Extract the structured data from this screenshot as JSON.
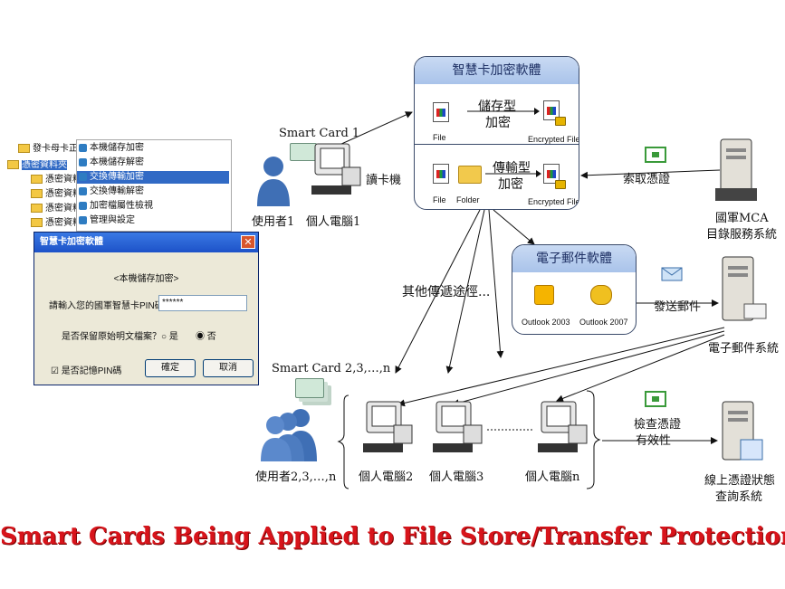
{
  "title": "Smart Cards Being Applied to File Store/Transfer Protection",
  "menu": {
    "items": [
      {
        "label": "發卡母卡正",
        "type": "folder"
      },
      {
        "label": "憑密資料夾",
        "type": "folder",
        "selected_parent": true
      },
      {
        "label": "憑密資料",
        "type": "folder"
      },
      {
        "label": "憑密資料",
        "type": "folder"
      },
      {
        "label": "憑密資料",
        "type": "folder"
      },
      {
        "label": "憑密資料",
        "type": "folder"
      }
    ],
    "submenu": [
      "本機儲存加密",
      "本機儲存解密",
      "交換傳輸加密",
      "交換傳輸解密",
      "加密檔屬性檢視",
      "管理與設定"
    ],
    "submenu_selected_index": 2
  },
  "dialog": {
    "title": "智慧卡加密軟體",
    "close": "✕",
    "heading": "<本機儲存加密>",
    "pin_prompt": "請輸入您的國軍智慧卡PIN碼",
    "pin_value": "******",
    "keep_question": "是否保留原始明文檔案？",
    "opt_yes": "是",
    "opt_no": "否",
    "remember": "是否記憶PIN碼",
    "ok": "確定",
    "cancel": "取消"
  },
  "encrypt_box": {
    "title": "智慧卡加密軟體",
    "store_label_1": "儲存型",
    "store_label_2": "加密",
    "transfer_label_1": "傳輸型",
    "transfer_label_2": "加密",
    "file": "File",
    "folder": "Folder",
    "encrypted_file": "Encrypted File"
  },
  "mail_box": {
    "title": "電子郵件軟體",
    "outlook2003": "Outlook 2003",
    "outlook2007": "Outlook 2007"
  },
  "labels": {
    "smart_card_1": "Smart Card 1",
    "card_reader": "讀卡機",
    "user1": "使用者1",
    "pc1": "個人電腦1",
    "get_cert": "索取憑證",
    "mca_1": "國軍MCA",
    "mca_2": "目錄服務系統",
    "other_paths": "其他傳遞途徑...",
    "send_mail": "發送郵件",
    "mail_system": "電子郵件系統",
    "smart_card_n": "Smart Card 2,3,…,n",
    "users_n": "使用者2,3,…,n",
    "pc2": "個人電腦2",
    "pc3": "個人電腦3",
    "pcn": "個人電腦n",
    "check_cert_1": "檢查憑證",
    "check_cert_2": "有效性",
    "ocsp_1": "線上憑證狀態",
    "ocsp_2": "查詢系統"
  },
  "colors": {
    "title_red": "#d8141b",
    "selection_blue": "#316ac5",
    "box_header": "#b7cdef",
    "user_blue": "#3f6fb5"
  }
}
